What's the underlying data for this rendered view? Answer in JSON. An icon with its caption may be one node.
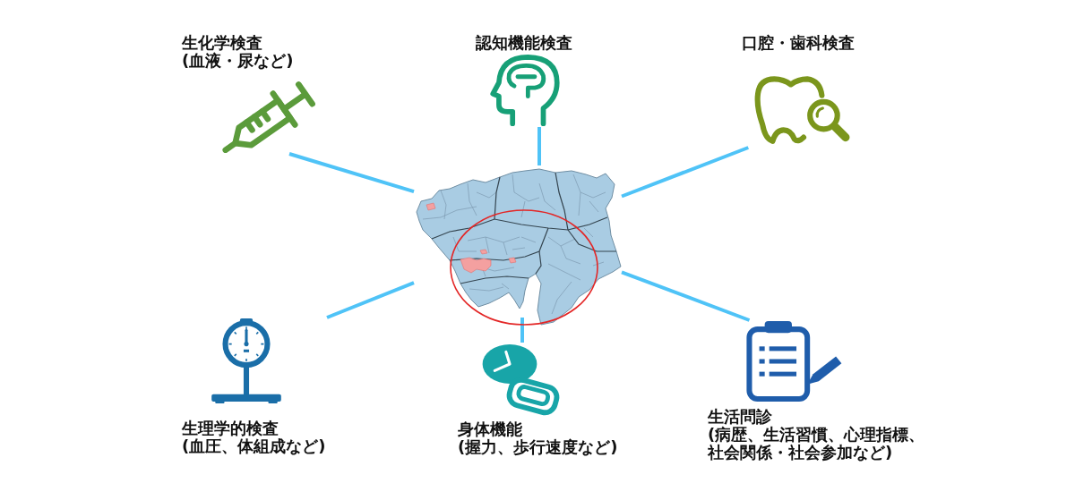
{
  "diagram": {
    "nodes": [
      {
        "text": [
          "生化学検査",
          "(血液・尿など)"
        ]
      },
      {
        "text": [
          "認知機能検査"
        ]
      },
      {
        "text": [
          "口腔・歯科検査"
        ]
      },
      {
        "text": [],
        "shape": "picture"
      },
      {
        "text": [
          "生理学的検査",
          "(血圧、体組成など)"
        ]
      },
      {
        "text": [
          "身体機能",
          "(握力、歩行速度など)"
        ]
      },
      {
        "text": [
          "生活問診",
          "(病歴、生活習慣、心理指標、社会関係・社会参加など)"
        ]
      }
    ],
    "edges": [
      {
        "from": 3,
        "to": 0,
        "arrow": "none"
      },
      {
        "from": 3,
        "to": 1,
        "arrow": "none"
      },
      {
        "from": 3,
        "to": 2,
        "arrow": "none"
      },
      {
        "from": 3,
        "to": 4,
        "arrow": "none"
      },
      {
        "from": 3,
        "to": 5,
        "arrow": "none"
      },
      {
        "from": 3,
        "to": 6,
        "arrow": "none"
      }
    ]
  }
}
